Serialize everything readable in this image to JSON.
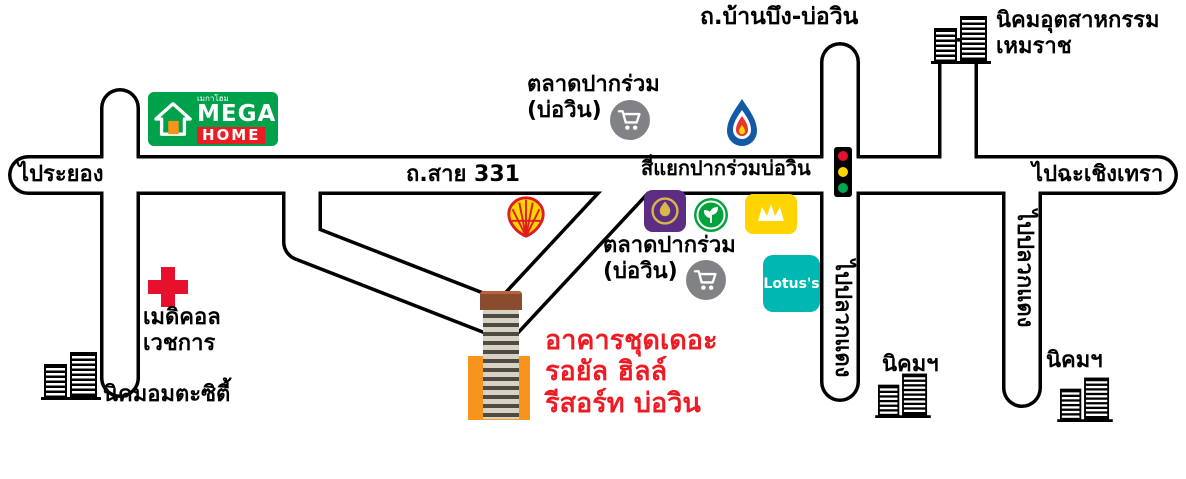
{
  "labels": {
    "road_banbueng_bowin": "ถ.บ้านบึง-บ่อวิน",
    "hemaraj_line1": "นิคมอุตสาหกรรม",
    "hemaraj_line2": "เหมราช",
    "to_rayong": "ไประยอง",
    "route_331": "ถ.สาย 331",
    "intersection": "สี่แยกปากร่วมบ่อวิน",
    "to_chachoengsao": "ไปฉะเชิงเทรา",
    "market_top_line1": "ตลาดปากร่วม",
    "market_top_line2": "(บ่อวิน)",
    "market_mid_line1": "ตลาดปากร่วม",
    "market_mid_line2": "(บ่อวิน)",
    "medical_line1": "เมดิคอล",
    "medical_line2": "เวชการ",
    "amata_city": "นิคมอมตะซิตี้",
    "to_pluakdaeng_left": "ไปปลวกแดง",
    "to_pluakdaeng_right": "ไปปลวกแดง",
    "nikhom_left": "นิคมฯ",
    "nikhom_right": "นิคมฯ"
  },
  "destination": {
    "line1": "อาคารชุดเดอะ",
    "line2": "รอยัล ฮิลล์",
    "line3": "รีสอร์ท บ่อวิน"
  },
  "logos": {
    "megahome_thai": "เมกาโฮม",
    "megahome_mega": "MEGA",
    "megahome_home": "HOME",
    "lotus_text": "Lotus's"
  },
  "icons": {
    "factory": "factory-building-icon",
    "cart": "shopping-cart-icon",
    "traffic_light": "traffic-light-icon",
    "shell": "shell-gas-station-icon",
    "ptt": "ptt-gas-station-icon",
    "medical_cross": "red-cross-icon",
    "bank_purple": "bank-purple-icon",
    "bank_green": "bank-green-icon",
    "bank_yellow": "bank-yellow-icon",
    "condo": "condo-tower-icon",
    "megahome_house": "house-icon"
  },
  "colors": {
    "road_outline": "#000000",
    "road_fill": "#ffffff",
    "destination_text_red": "#ed1c24",
    "destination_box_orange": "#f7941d",
    "megahome_green": "#00a14b",
    "megahome_red": "#ed1c24",
    "lotus_teal": "#00b7b2",
    "shell_yellow": "#ffd500",
    "shell_red": "#dd1d21",
    "ptt_blue": "#1259a6",
    "bank_purple": "#5b2d83",
    "bank_green": "#00a33c",
    "bank_yellow": "#ffd400",
    "cart_gray": "#808285",
    "cross_red": "#e8112d",
    "traffic_red": "#e8112d",
    "traffic_yellow": "#ffd500",
    "traffic_green": "#00a651"
  }
}
